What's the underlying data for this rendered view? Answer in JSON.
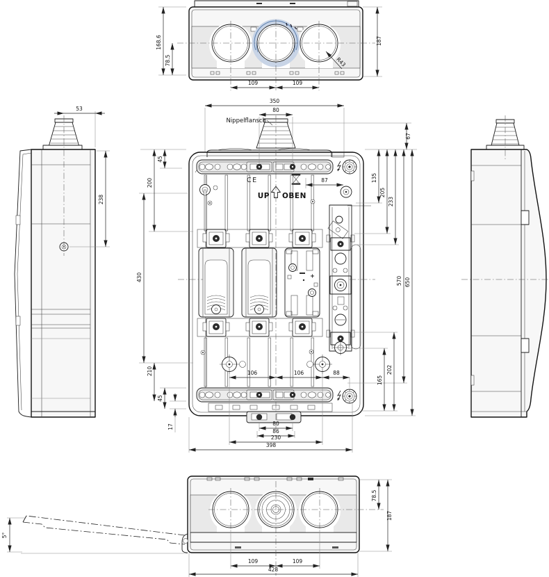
{
  "labels": {
    "nippelflansch": "Nippelflansch",
    "up": "UP",
    "oben": "OBEN",
    "ce": "CE"
  },
  "top_view": {
    "height_total": "187",
    "height_body": "168.6",
    "height_center": "78.5",
    "pitch_left": "109",
    "pitch_right": "109",
    "corner_radius": "R43"
  },
  "left_view": {
    "flange_offset": "53",
    "screw_depth": "238"
  },
  "front_view": {
    "width_top": "350",
    "flange_width": "80",
    "h_67": "67",
    "w_87": "87",
    "h_135": "135",
    "h_205": "205",
    "h_233": "233",
    "h_570": "570",
    "h_650": "650",
    "l_45_top": "45",
    "l_200": "200",
    "l_430": "430",
    "l_210": "210",
    "l_45_bot": "45",
    "l_17": "17",
    "b_106_left": "106",
    "b_106_right": "106",
    "b_88": "88",
    "r_165": "165",
    "r_202": "202",
    "b_80": "80",
    "b_86": "86",
    "b_230": "230",
    "b_398": "398"
  },
  "bottom_view": {
    "lid_angle": "5°",
    "h_785": "78.5",
    "h_187": "187",
    "pitch_left": "109",
    "pitch_right": "109",
    "width_total": "428"
  },
  "colors": {
    "line": "#1b1b1b",
    "gasket_blue": "#5b7fae",
    "gasket_light": "#c8d4e6",
    "gland_gray": "#999999"
  }
}
